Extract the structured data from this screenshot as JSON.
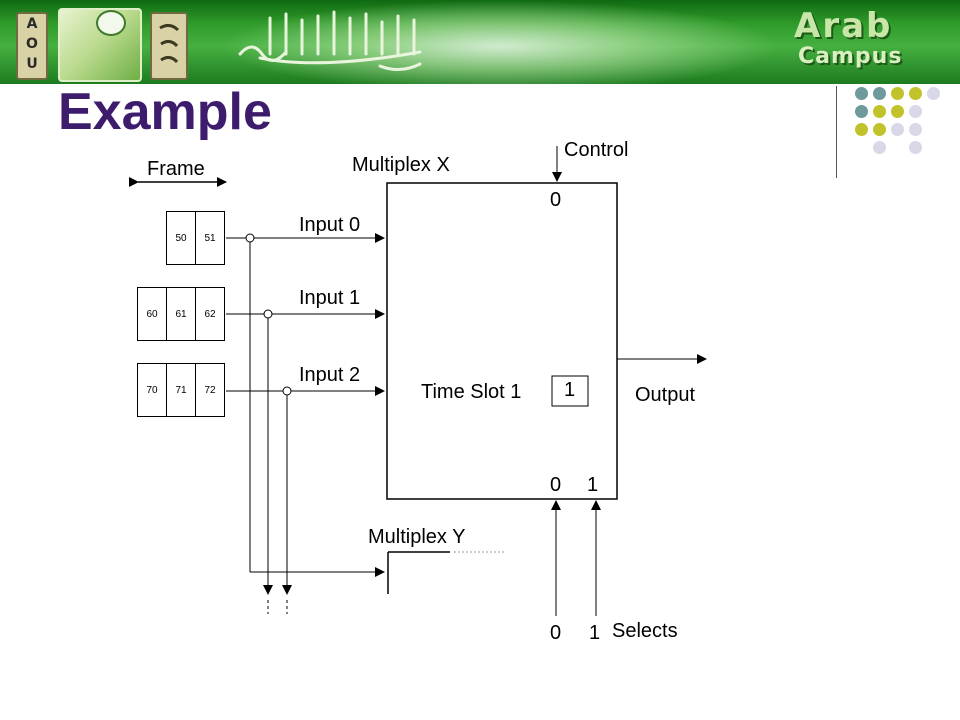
{
  "slide": {
    "title": "Example"
  },
  "banner": {
    "logo_letters": [
      "A",
      "O",
      "U"
    ],
    "brand_line1": "Arab",
    "brand_line2": "Campus",
    "colors": {
      "banner_green": "#2f9b2a",
      "title_purple": "#3d1c6e"
    }
  },
  "decoration_dots": {
    "colors": {
      "teal": "#6e9a9c",
      "olive": "#c2c22a",
      "lavender": "#d8d8e8"
    },
    "grid": [
      [
        "teal",
        "teal",
        "olive",
        "olive",
        "lavender"
      ],
      [
        "teal",
        "olive",
        "olive",
        "lavender",
        ""
      ],
      [
        "olive",
        "olive",
        "lavender",
        "lavender",
        ""
      ],
      [
        "",
        "lavender",
        "",
        "lavender",
        ""
      ]
    ]
  },
  "diagram": {
    "frame_label": "Frame",
    "frames": [
      {
        "name": "frame-0",
        "cells": [
          "50",
          "51"
        ]
      },
      {
        "name": "frame-1",
        "cells": [
          "60",
          "61",
          "62"
        ]
      },
      {
        "name": "frame-2",
        "cells": [
          "70",
          "71",
          "72"
        ]
      }
    ],
    "inputs": [
      "Input 0",
      "Input 1",
      "Input 2"
    ],
    "mux_x_label": "Multiplex X",
    "mux_y_label": "Multiplex Y",
    "control_label": "Control",
    "control_value": "0",
    "time_slot_label": "Time Slot 1",
    "time_slot_value": "1",
    "output_label": "Output",
    "select_bits_box": [
      "0",
      "1"
    ],
    "select_bits_bottom": [
      "0",
      "1"
    ],
    "selects_label": "Selects"
  }
}
